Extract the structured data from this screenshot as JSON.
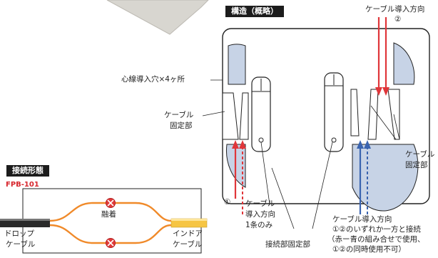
{
  "badges": {
    "structure": "構造（概略）",
    "connection": "接続形態"
  },
  "model": "FPB-101",
  "labels": {
    "cable_in_top": "ケーブル導入方向",
    "num2_top": "②",
    "core_holes": "心線導入穴×4ヶ所",
    "cable_fix_left_1": "ケーブル",
    "cable_fix_left_2": "固定部",
    "cable_fix_right_1": "ケーブル",
    "cable_fix_right_2": "固定部",
    "num1": "①",
    "cable_in_left_1": "ケーブル",
    "cable_in_left_2": "導入方向",
    "cable_in_left_3": "1条のみ",
    "joint_fix": "接続部固定部",
    "cable_in_right_1": "ケーブル導入方向",
    "cable_in_right_2": "①②のいずれか一方と接続",
    "cable_in_right_3": "（赤ー青の組み合せで使用、",
    "cable_in_right_4": "①②の同時使用不可）",
    "fusion": "融着",
    "drop_1": "ドロップ",
    "drop_2": "ケーブル",
    "indoor_1": "インドア",
    "indoor_2": "ケーブル"
  },
  "colors": {
    "red_arrow": "#e0363a",
    "blue_arrow": "#3a64b0",
    "part_fill": "#c7d3e6",
    "fiber": "#f08a2a",
    "fusion_marker": "#e23a3a",
    "badge_bg": "#1c1c1c",
    "model_text": "#d7262d"
  }
}
